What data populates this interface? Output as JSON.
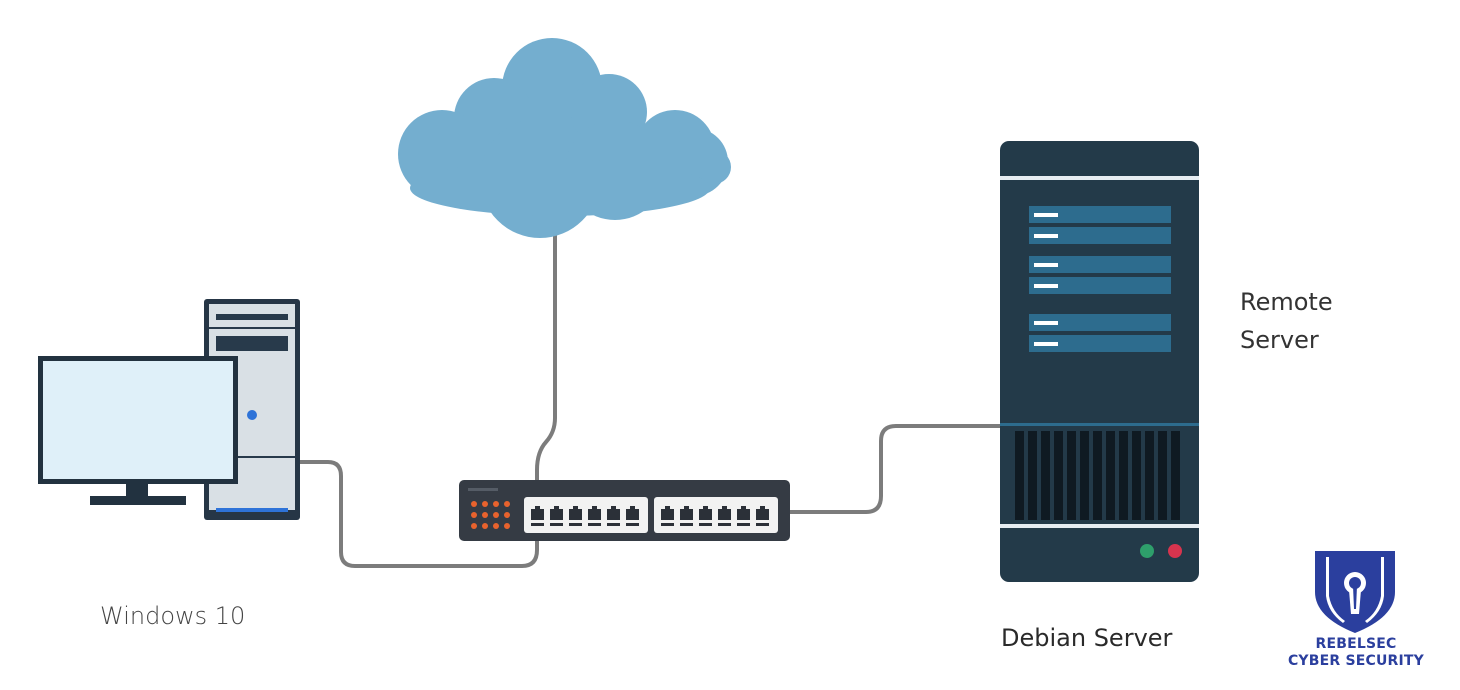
{
  "labels": {
    "windows": "Windows 10",
    "remote_line1": "Remote",
    "remote_line2": "Server",
    "debian": "Debian Server"
  },
  "logo": {
    "line1": "REBELSEC",
    "line2": "CYBER SECURITY"
  },
  "colors": {
    "cloud": "#74aecf",
    "server_body": "#233a49",
    "server_slot": "#2d6c8e",
    "switch_body": "#353b44",
    "switch_led": "#e8622d",
    "cable": "#7c7c7c",
    "monitor_screen": "#dff0f9",
    "logo_blue": "#2b3f9e"
  },
  "icons": {
    "cloud": "cloud-icon",
    "desktop": "desktop-computer-icon",
    "switch": "network-switch-icon",
    "server": "server-rack-icon",
    "logo": "shield-keyhole-icon"
  }
}
